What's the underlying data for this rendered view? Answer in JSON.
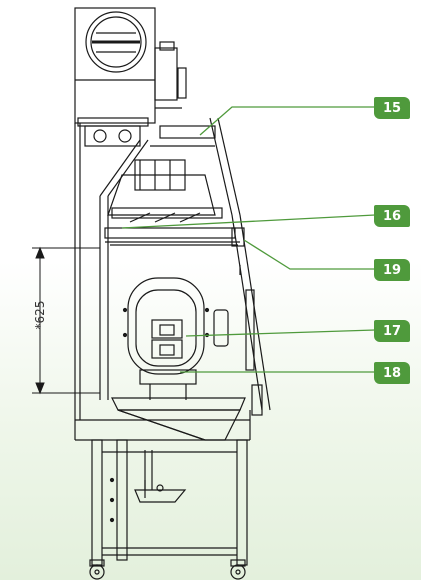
{
  "dimension": {
    "label": "*625"
  },
  "callouts": [
    {
      "number": "15"
    },
    {
      "number": "16"
    },
    {
      "number": "19"
    },
    {
      "number": "17"
    },
    {
      "number": "18"
    }
  ],
  "colors": {
    "badge": "#4f9a3c",
    "line": "#1a1a1a",
    "callout_line": "#4f9a3c"
  }
}
